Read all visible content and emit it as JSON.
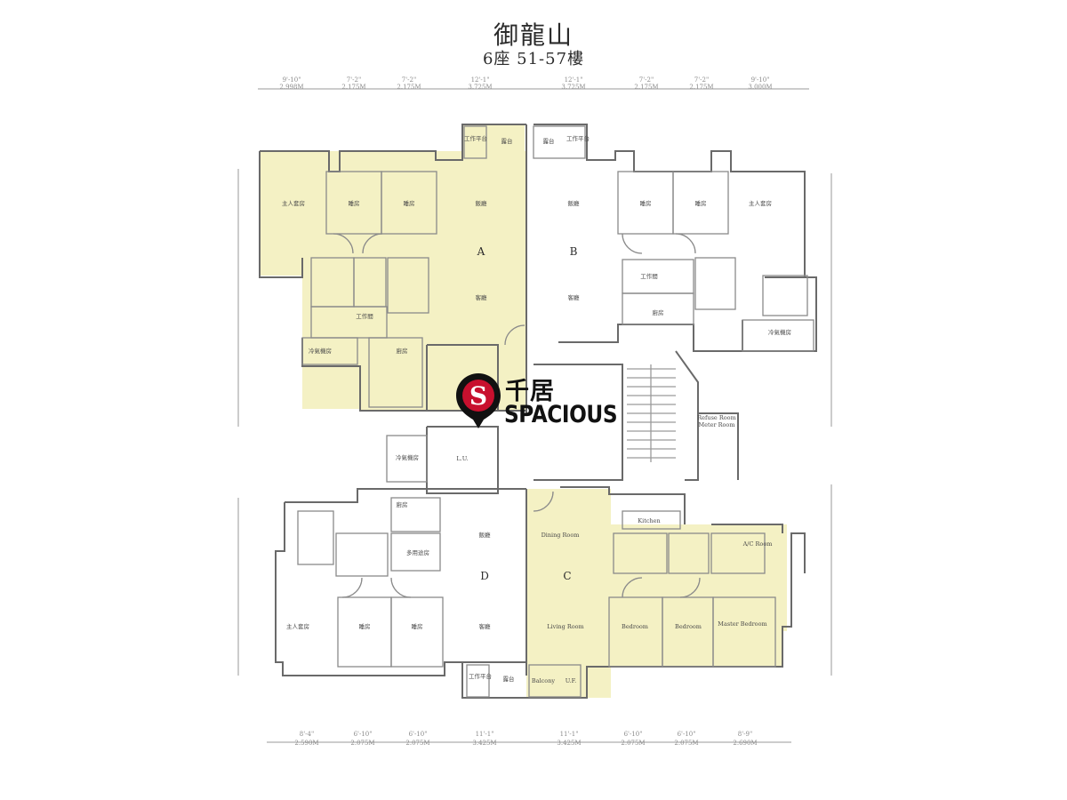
{
  "header": {
    "estate_name": "御龍山",
    "block_floors": "6座 51-57樓"
  },
  "logo": {
    "cn": "千居",
    "en": "SPACIOUS",
    "mark_letter": "S"
  },
  "units": {
    "a": "A",
    "b": "B",
    "c": "C",
    "d": "D"
  },
  "rooms": {
    "a_master": "主人套房",
    "a_bed1": "睡房",
    "a_bed2": "睡房",
    "a_dining": "飯廳",
    "a_living": "客廳",
    "a_work": "工作間",
    "a_kitchen": "廚房",
    "a_ac": "冷氣機房",
    "a_platform": "工作平台",
    "a_balcony": "露台",
    "b_balcony": "露台",
    "b_platform": "工作平台",
    "b_dining": "飯廳",
    "b_living": "客廳",
    "b_bed1": "睡房",
    "b_bed2": "睡房",
    "b_master": "主人套房",
    "b_work": "工作間",
    "b_kitchen": "廚房",
    "b_ac": "冷氣機房",
    "c_dining": "Dining Room",
    "c_living": "Living Room",
    "c_kitchen": "Kitchen",
    "c_bed1": "Bedroom",
    "c_bed2": "Bedroom",
    "c_master": "Master Bedroom",
    "c_ac": "A/C Room",
    "c_balcony": "Balcony",
    "c_uf": "U.F.",
    "d_dining": "飯廳",
    "d_living": "客廳",
    "d_kitchen": "廚房",
    "d_multi": "多用途房",
    "d_master": "主人套房",
    "d_bed1": "睡房",
    "d_bed2": "睡房",
    "d_ac": "冷氣機房",
    "d_platform": "工作平台",
    "d_balcony": "露台",
    "core_lift": "L.U.",
    "core_refuse": "Refuse Room",
    "core_meter": "Meter Room"
  },
  "dimensions_top": [
    "9'-10\"",
    "7'-2\"",
    "7'-2\"",
    "12'-1\"",
    "12'-1\"",
    "7'-2\"",
    "7'-2\"",
    "9'-10\""
  ],
  "dimensions_top_m": [
    "2.998M",
    "2.175M",
    "2.175M",
    "3.725M",
    "3.725M",
    "2.175M",
    "2.175M",
    "3.000M"
  ],
  "dimensions_bottom": [
    "8'-4\"",
    "6'-10\"",
    "6'-10\"",
    "11'-1\"",
    "11'-1\"",
    "6'-10\"",
    "6'-10\"",
    "8'-9\""
  ],
  "dimensions_bottom_m": [
    "2.590M",
    "2.075M",
    "2.075M",
    "3.425M",
    "3.425M",
    "2.075M",
    "2.075M",
    "2.690M"
  ],
  "colors": {
    "highlight": "#f4f1c4",
    "wall": "#6a6a6a",
    "logo_red": "#c8102e",
    "ink": "#2b2b2b"
  }
}
